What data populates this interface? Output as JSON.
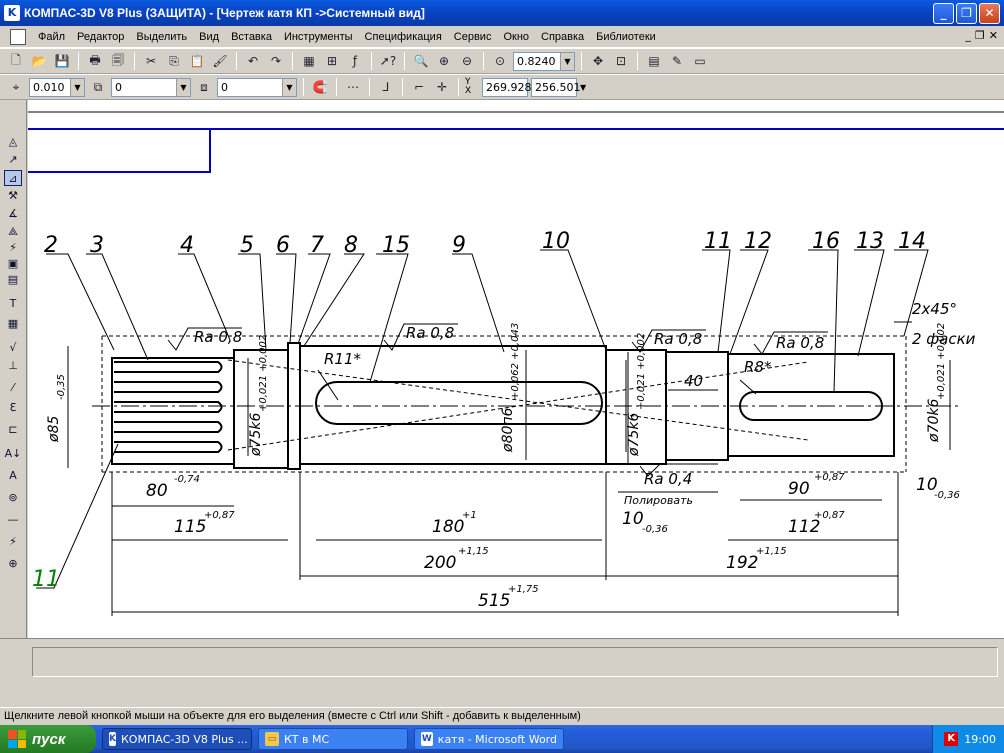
{
  "window": {
    "title": "КОМПАС-3D V8 Plus (ЗАЩИТА) - [Чертеж катя КП ->Системный вид]",
    "app_icon": "kompas-icon",
    "buttons": [
      "_",
      "❐",
      "✕"
    ]
  },
  "menu": {
    "items": [
      "Файл",
      "Редактор",
      "Выделить",
      "Вид",
      "Вставка",
      "Инструменты",
      "Спецификация",
      "Сервис",
      "Окно",
      "Справка",
      "Библиотеки"
    ],
    "mdi_buttons": [
      "_",
      "❐",
      "✕"
    ]
  },
  "toolbar1": {
    "zoom_value": "0.8240"
  },
  "toolbar2": {
    "step_value": "0.010",
    "layer_value": "0",
    "style_value": "0",
    "coord_x": "269.928",
    "coord_y": "256.501",
    "coord_label": "Y X"
  },
  "drawing": {
    "leaders": [
      "2",
      "3",
      "4",
      "5",
      "6",
      "7",
      "8",
      "15",
      "9",
      "10",
      "11",
      "12",
      "16",
      "13",
      "14",
      "11"
    ],
    "roughness": [
      "Ra 0,8",
      "Ra 0,8",
      "Ra 0,8",
      "Ra 0,8",
      "Ra 0,4"
    ],
    "radii": [
      "R11*",
      "R8*"
    ],
    "chamfer": "2x45°",
    "chamfer_note": "2 фаски",
    "polish_note": "Полировать",
    "diameters": {
      "d85": "ø85",
      "d85_tol": "-0,35",
      "d75a": "ø75k6",
      "d75a_tol": "+0,021 +0,002",
      "d80": "ø80п6",
      "d80_tol": "+0,062 +0,043",
      "d75b": "ø75k6",
      "d75b_tol": "+0,021 +0,002",
      "d70": "ø70k6",
      "d70_tol": "+0,021 +0,002"
    },
    "lengths": {
      "l80": "80",
      "l80_tol": "-0,74",
      "l115": "115",
      "l115_tol": "+0,87",
      "l180": "180",
      "l180_tol": "+1",
      "l200": "200",
      "l200_tol": "+1,15",
      "l515": "515",
      "l515_tol": "+1,75",
      "l10a": "10",
      "l10a_tol": "-0,36",
      "l112": "112",
      "l112_tol": "+0,87",
      "l192": "192",
      "l192_tol": "+1,15",
      "l90": "90",
      "l90_tol": "+0,87",
      "l10b": "10",
      "l10b_tol": "-0,36",
      "l40": "40"
    }
  },
  "status": {
    "message": "Щелкните левой кнопкой мыши на объекте для его выделения (вместе с Ctrl или Shift - добавить к выделенным)"
  },
  "taskbar": {
    "start": "пуск",
    "tasks": [
      "КОМПАС-3D V8 Plus ...",
      "КТ в МС",
      "катя - Microsoft Word"
    ],
    "clock": "19:00"
  },
  "colors": {
    "titlebar": "#0842c0",
    "drawing_frame": "#0000c8",
    "annotation_green": "#008000"
  }
}
